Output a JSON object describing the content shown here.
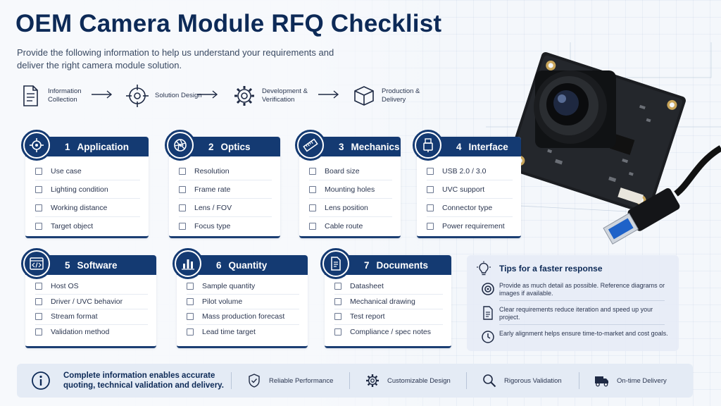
{
  "header": {
    "title": "OEM Camera Module RFQ Checklist",
    "subtitle": "Provide the following information to help us understand your requirements and deliver the right camera module solution."
  },
  "process": [
    {
      "label": "Information Collection",
      "icon": "document-icon"
    },
    {
      "label": "Solution Design",
      "icon": "target-icon"
    },
    {
      "label": "Development & Verification",
      "icon": "gear-icon"
    },
    {
      "label": "Production & Delivery",
      "icon": "box-icon"
    }
  ],
  "cards": [
    {
      "num": "1",
      "title": "Application",
      "icon": "crosshair-icon",
      "items": [
        "Use case",
        "Lighting condition",
        "Working distance",
        "Target object"
      ]
    },
    {
      "num": "2",
      "title": "Optics",
      "icon": "aperture-icon",
      "items": [
        "Resolution",
        "Frame rate",
        "Lens / FOV",
        "Focus type"
      ]
    },
    {
      "num": "3",
      "title": "Mechanics",
      "icon": "ruler-icon",
      "items": [
        "Board size",
        "Mounting holes",
        "Lens position",
        "Cable route"
      ]
    },
    {
      "num": "4",
      "title": "Interface",
      "icon": "usb-icon",
      "items": [
        "USB 2.0 / 3.0",
        "UVC support",
        "Connector type",
        "Power requirement"
      ]
    },
    {
      "num": "5",
      "title": "Software",
      "icon": "code-window-icon",
      "items": [
        "Host OS",
        "Driver / UVC behavior",
        "Stream format",
        "Validation method"
      ]
    },
    {
      "num": "6",
      "title": "Quantity",
      "icon": "bar-chart-icon",
      "items": [
        "Sample quantity",
        "Pilot volume",
        "Mass production forecast",
        "Lead time target"
      ]
    },
    {
      "num": "7",
      "title": "Documents",
      "icon": "document-icon",
      "items": [
        "Datasheet",
        "Mechanical drawing",
        "Test report",
        "Compliance / spec notes"
      ]
    }
  ],
  "tips": {
    "title": "Tips for a faster response",
    "items": [
      {
        "icon": "target-icon",
        "text": "Provide as much detail as possible. Reference diagrams or images if available."
      },
      {
        "icon": "document-icon",
        "text": "Clear requirements reduce iteration and speed up your project."
      },
      {
        "icon": "clock-icon",
        "text": "Early alignment helps ensure time-to-market and cost goals."
      }
    ]
  },
  "footer": {
    "main": "Complete information enables accurate quoting, technical validation and delivery.",
    "items": [
      {
        "icon": "shield-check-icon",
        "label": "Reliable Performance"
      },
      {
        "icon": "gear-icon",
        "label": "Customizable Design"
      },
      {
        "icon": "magnifier-icon",
        "label": "Rigorous Validation"
      },
      {
        "icon": "truck-icon",
        "label": "On-time Delivery"
      }
    ]
  },
  "colors": {
    "primary": "#143a72",
    "title": "#0d2a57",
    "accent": "#1c3f73"
  }
}
